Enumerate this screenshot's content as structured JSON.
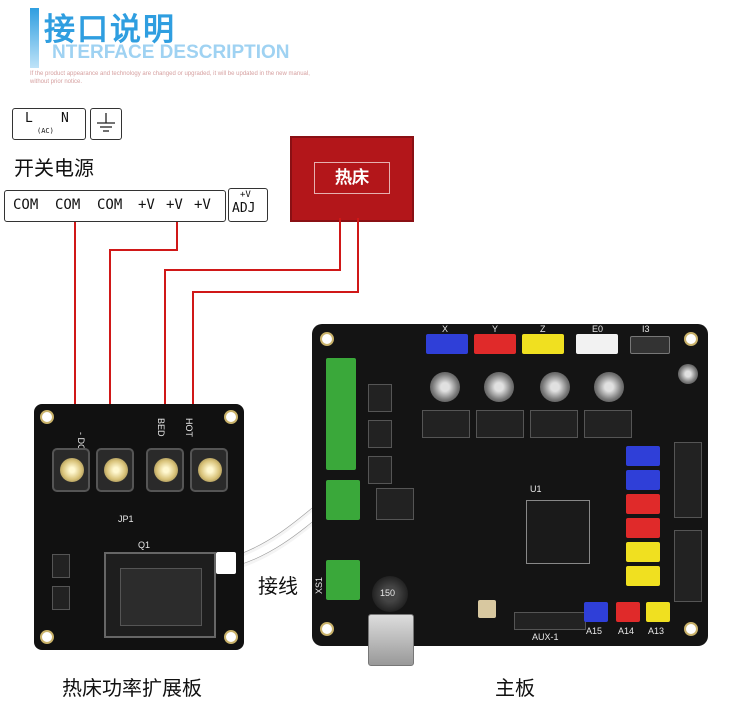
{
  "header": {
    "title_cn": "接口说明",
    "title_en": "NTERFACE DESCRIPTION",
    "note": "If the product appearance and technology are changed or upgraded, it will be updated in the new manual, without prior notice."
  },
  "power_supply": {
    "label": "开关电源",
    "ac_l": "L",
    "ac_n": "N",
    "ac_sub": "(AC)",
    "terminals": [
      "COM",
      "COM",
      "COM",
      "+V",
      "+V",
      "+V"
    ],
    "adj_top": "+V",
    "adj_bottom": "ADJ"
  },
  "heatbed": {
    "label": "热床",
    "color": "#b3161a"
  },
  "mos_board": {
    "caption": "热床功率扩展板",
    "silk_dcin": "- DC IN +",
    "silk_bed": "BED",
    "silk_hot": "HOT",
    "silk_jp": "JP1",
    "silk_q1": "Q1"
  },
  "main_board": {
    "caption": "主板",
    "silk_x": "X",
    "silk_y": "Y",
    "silk_z": "Z",
    "silk_e": "E0",
    "silk_i3": "I3",
    "silk_u1": "U1",
    "silk_150": "150",
    "silk_aux": "AUX-1",
    "silk_a15": "A15",
    "silk_a14": "A14",
    "silk_a13": "A13",
    "silk_xs": "XS1",
    "connector_colors": [
      "#2f3fd8",
      "#e02a2a",
      "#f0e020",
      "#f2f2f2"
    ]
  },
  "wiring": {
    "label": "接线",
    "wire_color": "#d01818"
  }
}
